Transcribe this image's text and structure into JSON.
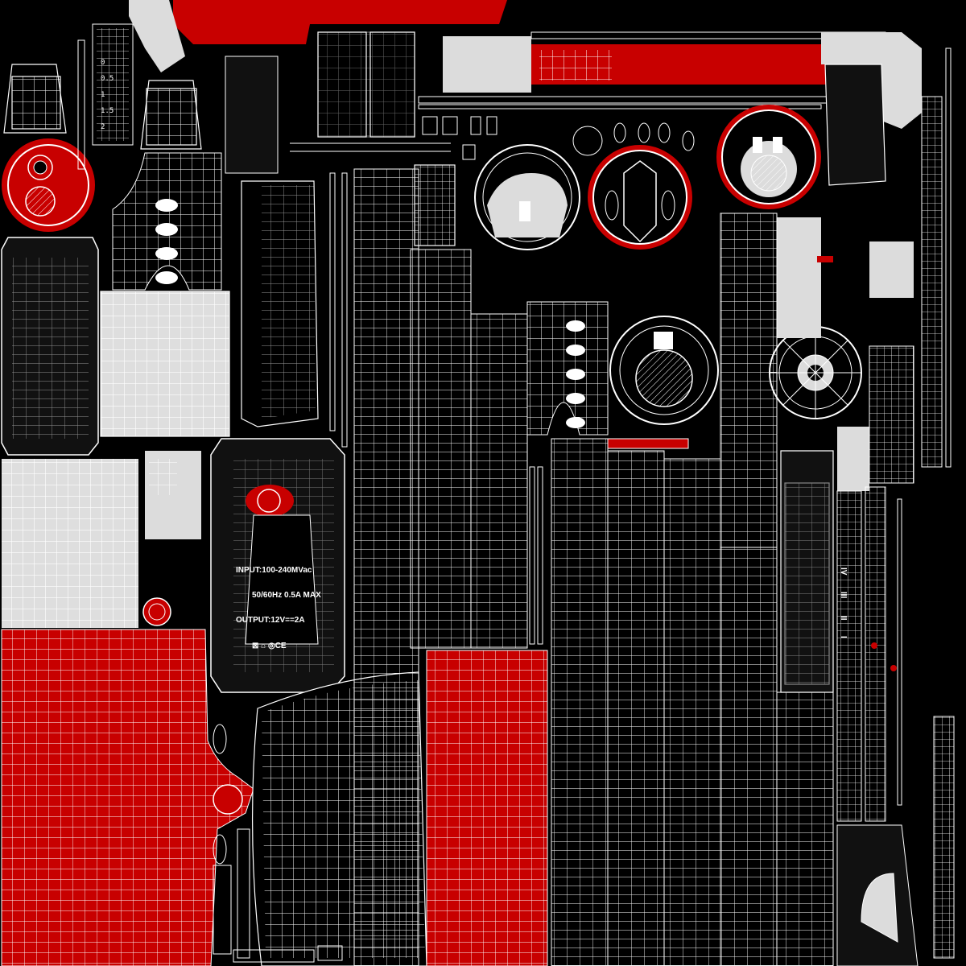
{
  "texture": {
    "colors": {
      "background": "#000000",
      "wire": "#ffffff",
      "light_fill": "#dcdcdc",
      "accent_red": "#c80000",
      "dark_fill": "#111111"
    }
  },
  "label_panel": {
    "input": "INPUT:100-240MVac",
    "frequency": "50/60Hz 0.5A MAX",
    "output": "OUTPUT:12V==2A",
    "cert_marks": "⊠ ⌂ ◎CE"
  },
  "dial": {
    "numbers": [
      "0",
      "0.5",
      "1",
      "1.5",
      "2"
    ]
  },
  "side_marks": {
    "roman": [
      "IV",
      "III",
      "II",
      "I"
    ]
  }
}
